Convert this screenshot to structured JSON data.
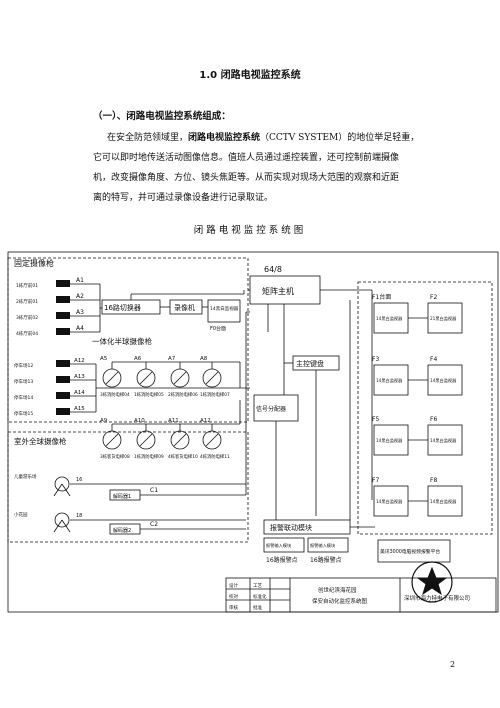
{
  "doc": {
    "title": "1.0 闭路电视监控系统",
    "section": "（一）、闭路电视监控系统组成：",
    "para_lines": [
      {
        "pre": "在安全防范领域里，",
        "bold": "闭路电视监控系统",
        "post": "（CCTV SYSTEM）的地位举足轻重，"
      },
      {
        "pre": "它可以即时地传送活动图像信息。值班人员通过遥控装置，还可控制前端摄像",
        "bold": "",
        "post": ""
      },
      {
        "pre": "机，改变摄像角度、方位、镜头焦距等。从而实现对现场大范围的观察和近距",
        "bold": "",
        "post": ""
      },
      {
        "pre": "离的特写，并可通过录像设备进行记录取证。",
        "bold": "",
        "post": ""
      }
    ],
    "diagram_title": "闭路电视监控系统图",
    "page_number": "2"
  },
  "diagram": {
    "fixed_cam_title": "固定摄像枪",
    "fixed_cams": [
      {
        "src": "1栋厅前01",
        "label": "A1"
      },
      {
        "src": "2栋厅前01",
        "label": "A2"
      },
      {
        "src": "3栋厅前02",
        "label": "A3"
      },
      {
        "src": "4栋厅前04",
        "label": "A4"
      }
    ],
    "switcher": "16路切换器",
    "recorder": "录像机",
    "monitor_f0": "14黑白监视器",
    "f0_label": "F0台面",
    "dome_title": "一体化半球摄像枪",
    "dome_side": [
      {
        "src": "停车场12",
        "label": "A12"
      },
      {
        "src": "停车场13",
        "label": "A13"
      },
      {
        "src": "停车场14",
        "label": "A14"
      },
      {
        "src": "停车场15",
        "label": "A15"
      }
    ],
    "dome_row1": [
      {
        "label": "A5",
        "cap": "3栋消防电梯04"
      },
      {
        "label": "A6",
        "cap": "1栋消防电梯05"
      },
      {
        "label": "A7",
        "cap": "2栋消防电梯06"
      },
      {
        "label": "A8",
        "cap": "1栋消防电梯07"
      }
    ],
    "dome_row2": [
      {
        "label": "A9",
        "cap": "3栋客货电梯08"
      },
      {
        "label": "A10",
        "cap": "1栋消防电梯09"
      },
      {
        "label": "A11",
        "label2": "",
        "cap": "4栋客货电梯10"
      },
      {
        "label": "A12",
        "cap": "4栋消防电梯11"
      }
    ],
    "outdoor_title": "室外全球摄像枪",
    "outdoor": [
      {
        "src": "儿童游乐场",
        "num": "16",
        "decoder": "解码器1",
        "c": "C1"
      },
      {
        "src": "小花园",
        "num": "18",
        "decoder": "解码器2",
        "c": "C2"
      }
    ],
    "matrix_top": "64/8",
    "matrix": "矩阵主机",
    "keyboard": "主控键盘",
    "distributor": "信号分配器",
    "alarm_module": "报警联动模块",
    "alarm_in1": "报警输入模块",
    "alarm_in2": "报警输入模块",
    "alarm_n1": "16路报警点",
    "alarm_n2": "16路报警点",
    "monitor_groups": [
      {
        "f": "F1台面",
        "a": "14黑白监视器",
        "f2": "F2",
        "b": "21黑白监视器"
      },
      {
        "f": "F3",
        "a": "14黑白监视器",
        "f2": "F4",
        "b": "14黑白监视器"
      },
      {
        "f": "F5",
        "a": "14黑白监视器",
        "f2": "F6",
        "b": "14黑白监视器"
      },
      {
        "f": "F7",
        "a": "14黑白监视器",
        "f2": "F8",
        "b": "14黑白监视器"
      }
    ],
    "dvr": "美讯3000电脑视频报警平台",
    "titleblock": {
      "c1": [
        "设计",
        "校对",
        "审核"
      ],
      "c2": [
        "工艺",
        "标准化",
        "批准"
      ],
      "center1": "创世纪滨海花园",
      "center2": "保安自动化监控系统图",
      "right": "深圳市海力特电子有限公司"
    }
  }
}
